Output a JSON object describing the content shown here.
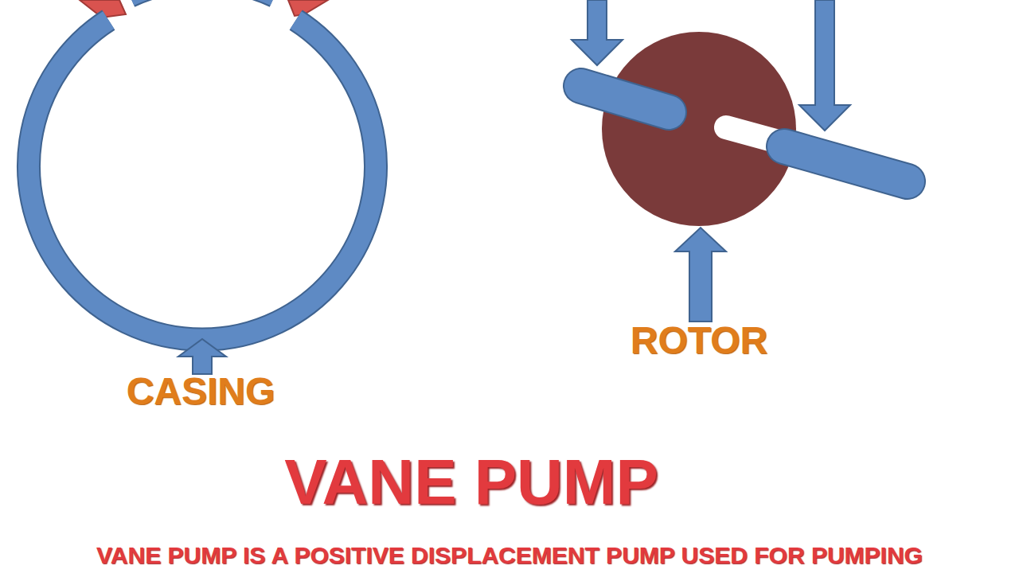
{
  "diagram": {
    "title": "VANE PUMP",
    "caption": "VANE PUMP IS A POSITIVE DISPLACEMENT PUMP USED FOR PUMPING",
    "labels": [
      "CASING",
      "ROTOR"
    ]
  }
}
